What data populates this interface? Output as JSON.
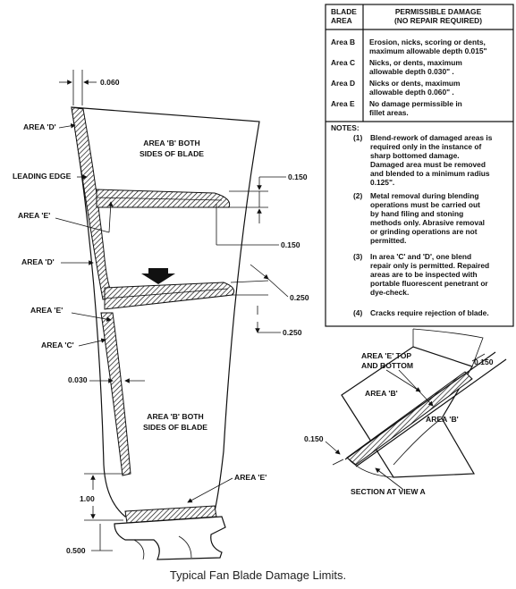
{
  "table": {
    "col_area": [
      "BLADE",
      "AREA"
    ],
    "col_damage": [
      "PERMISSIBLE DAMAGE",
      "(NO  REPAIR REQUIRED)"
    ],
    "rows": [
      {
        "area": "Area B",
        "lines": [
          "Erosion, nicks, scoring or dents,",
          "maximum allowable depth 0.015\""
        ]
      },
      {
        "area": "Area C",
        "lines": [
          "Nicks, or dents, maximum",
          "allowable depth 0.030\" ."
        ]
      },
      {
        "area": "Area D",
        "lines": [
          "Nicks or dents, maximum",
          "allowable depth 0.060\" ."
        ]
      },
      {
        "area": "Area E",
        "lines": [
          "No damage permissible in",
          "fillet areas."
        ]
      }
    ],
    "notes_title": "NOTES:",
    "notes": [
      {
        "num": "(1)",
        "lines": [
          "Blend-rework of damaged areas is",
          "required only in the instance of",
          "sharp bottomed damage.",
          "Damaged area must be removed",
          "and blended to a minimum radius",
          "0.125\"."
        ]
      },
      {
        "num": "(2)",
        "lines": [
          "Metal removal during blending",
          "operations must be carried out",
          "by hand filing and stoning",
          "methods only. Abrasive removal",
          "or grinding operations are not",
          "permitted."
        ]
      },
      {
        "num": "(3)",
        "lines": [
          "In area 'C' and 'D', one blend",
          "repair only is permitted. Repaired",
          "areas are to be inspected with",
          "portable fluorescent penetrant or",
          "dye-check."
        ]
      },
      {
        "num": "(4)",
        "lines": [
          "Cracks require rejection of blade."
        ]
      }
    ]
  },
  "blade": {
    "dim_top": "0.060",
    "area_d_top": "AREA 'D'",
    "area_b_top": [
      "AREA 'B' BOTH",
      "SIDES OF BLADE"
    ],
    "leading_edge": "LEADING EDGE",
    "area_e_1": "AREA 'E'",
    "dim_150_a": "0.150",
    "dim_150_b": "0.150",
    "area_d_mid": "AREA 'D'",
    "dim_250_a": "0.250",
    "area_e_2": "AREA 'E'",
    "dim_250_b": "0.250",
    "area_c": "AREA 'C'",
    "dim_030": "0.030",
    "area_b_bottom": [
      "AREA 'B' BOTH",
      "SIDES OF BLADE"
    ],
    "area_e_3": "AREA 'E'",
    "dim_100": "1.00",
    "dim_500": "0.500"
  },
  "section": {
    "area_e_top_bottom": [
      "AREA 'E' TOP",
      "AND BOTTOM"
    ],
    "dim_150_top": "0.150",
    "area_b_left": "AREA 'B'",
    "area_b_right": "AREA 'B'",
    "dim_150_left": "0.150",
    "title": "SECTION AT VIEW A"
  },
  "caption": "Typical Fan Blade Damage Limits."
}
